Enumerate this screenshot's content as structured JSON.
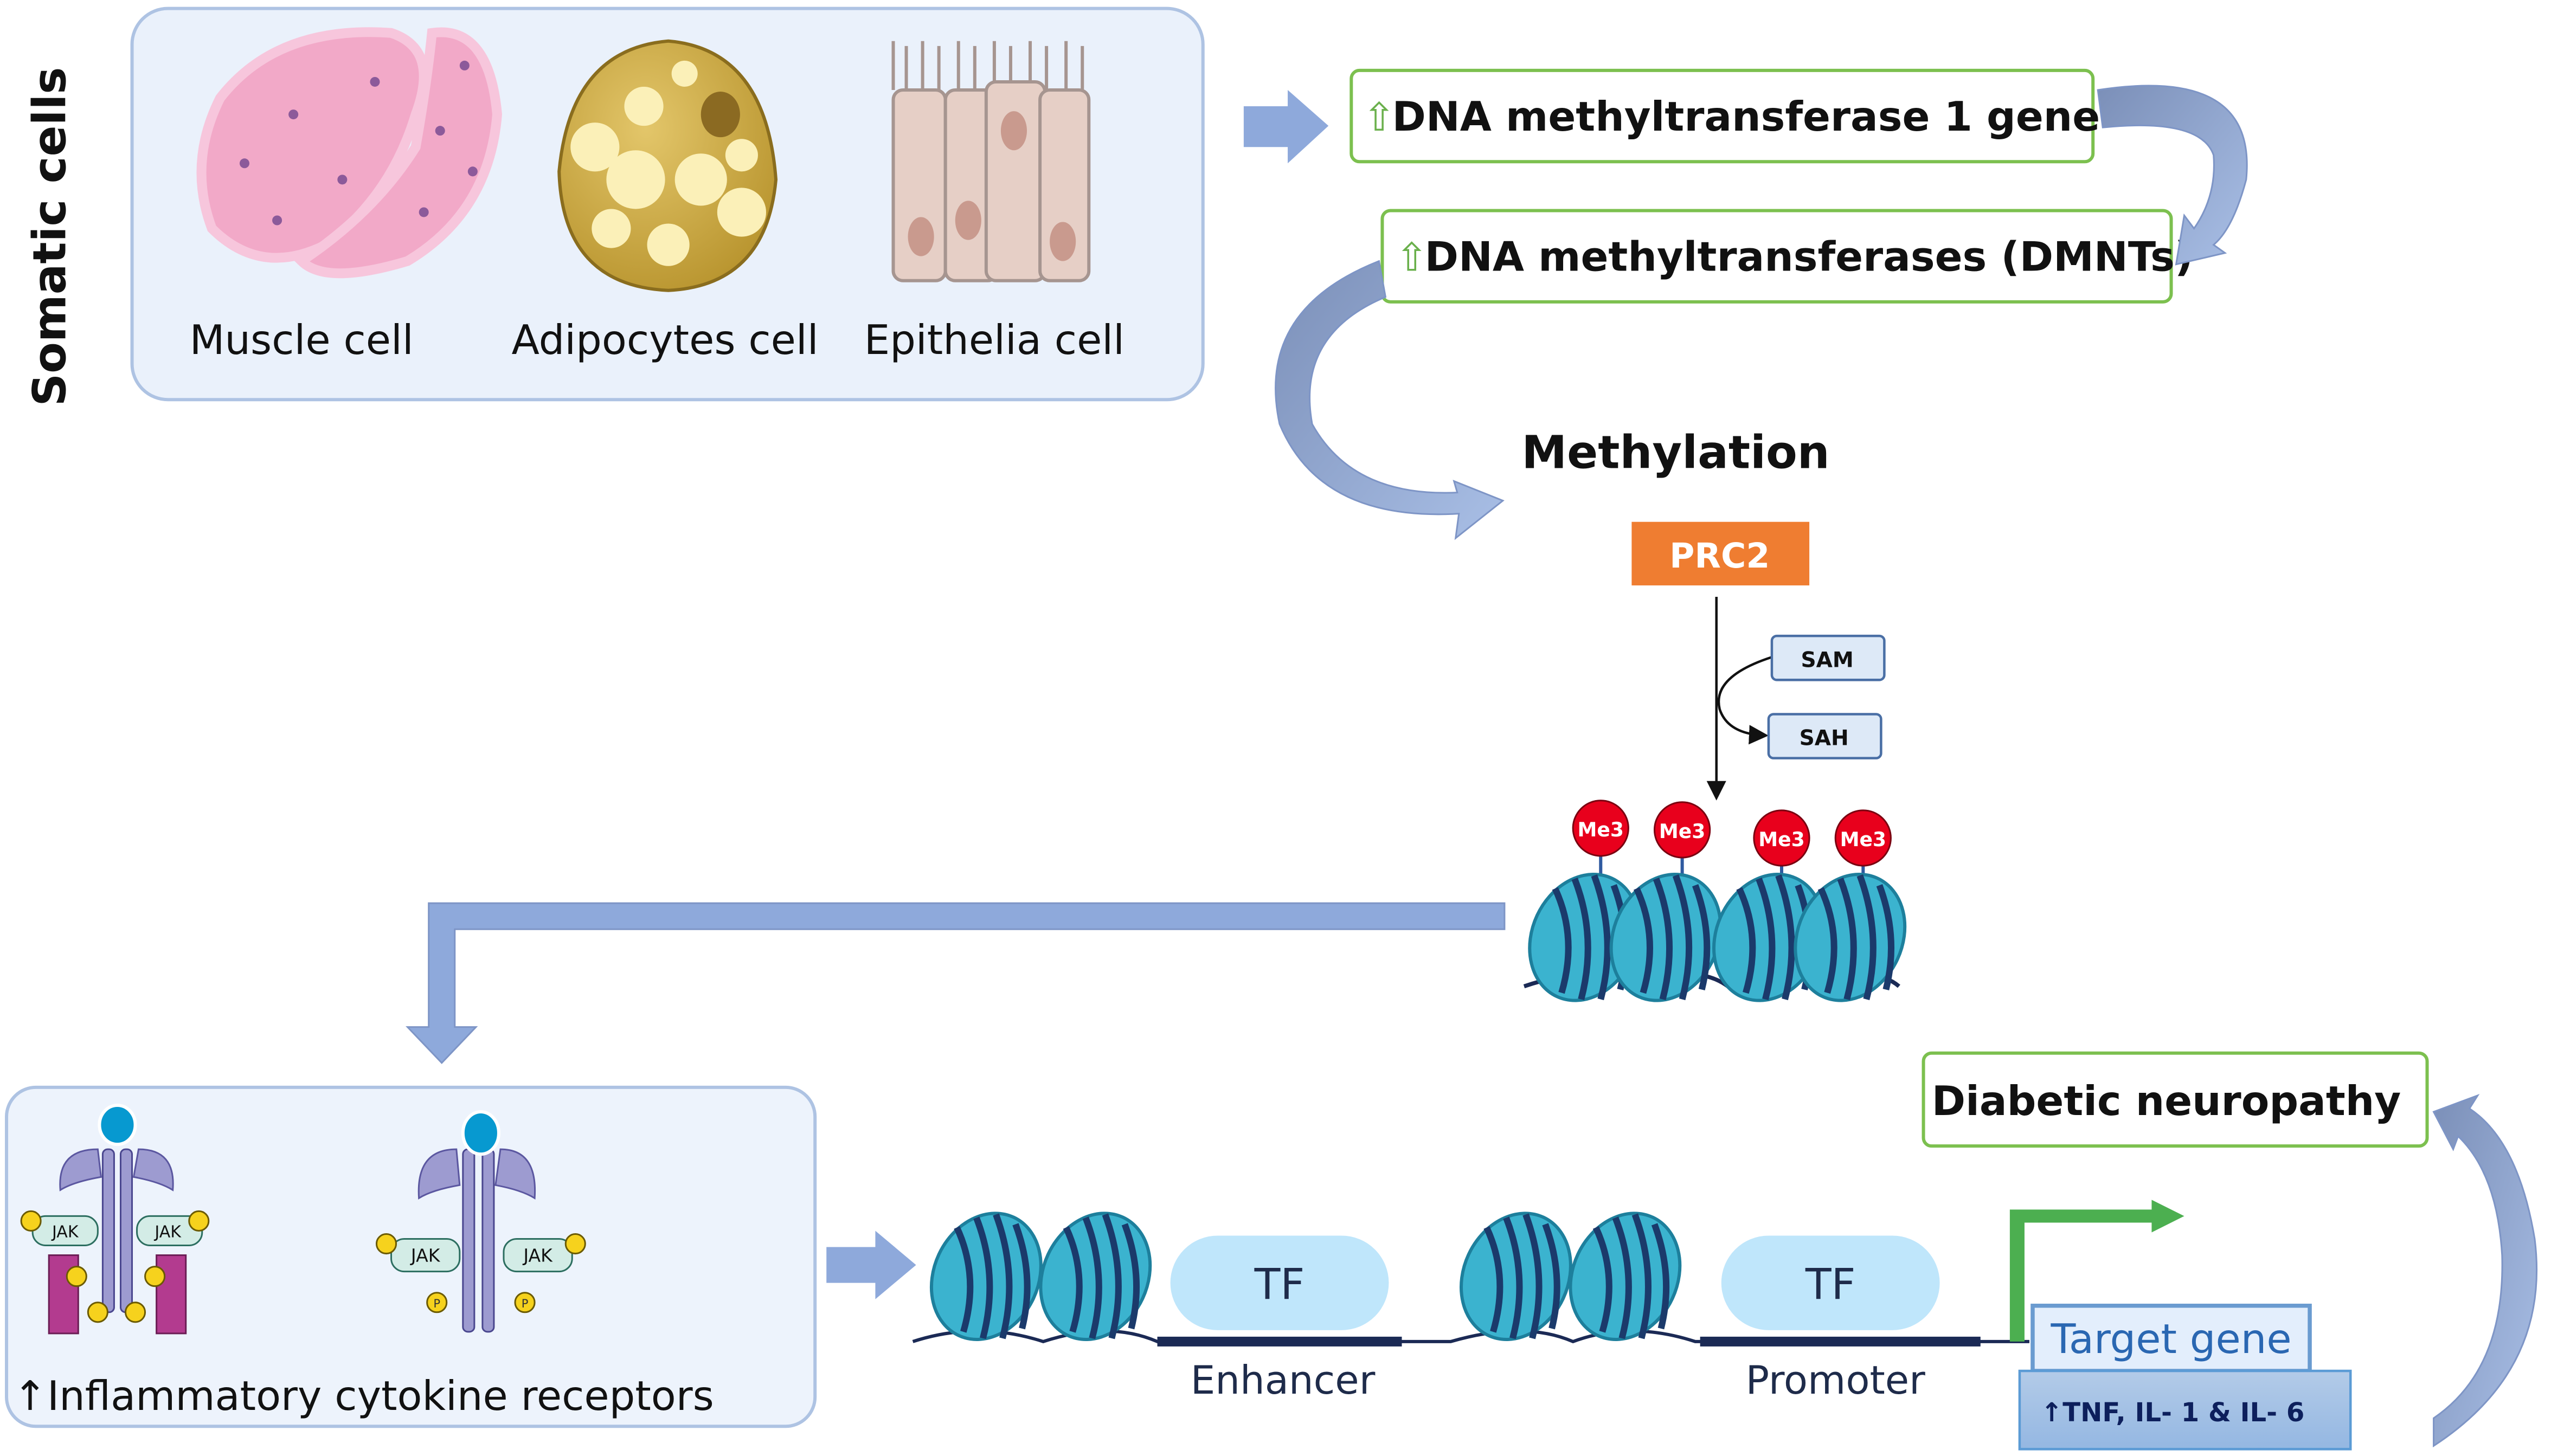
{
  "side_label": "Somatic cells",
  "cells": [
    {
      "label": "Muscle cell",
      "icon": "muscle-cell-icon"
    },
    {
      "label": "Adipocytes cell",
      "icon": "adipocyte-cell-icon"
    },
    {
      "label": "Epithelia cell",
      "icon": "epithelial-cell-icon"
    }
  ],
  "boxes": {
    "dnmt1_gene": {
      "arrow": "⇧",
      "label": "DNA methyltransferase 1 gene"
    },
    "dnmts": {
      "arrow": "⇧",
      "label": "DNA methyltransferases (DMNTs)"
    }
  },
  "methylation": {
    "title": "Methylation",
    "prc2": "PRC2",
    "sam": "SAM",
    "sah": "SAH",
    "marks": [
      "Me3",
      "Me3",
      "Me3",
      "Me3"
    ]
  },
  "receptors": {
    "jak": "JAK",
    "p": "P",
    "caption": "↑Inflammatory cytokine receptors"
  },
  "dna": {
    "tf1": "TF",
    "tf2": "TF",
    "enhancer": "Enhancer",
    "promoter": "Promoter",
    "target_gene": "Target gene",
    "cytokines": "↑TNF, IL- 1 & IL- 6"
  },
  "outcome": "Diabetic neuropathy",
  "colors": {
    "green_border": "#7cc04f",
    "orange": "#ef7d31",
    "arrow_blue": "#8ea9db",
    "me3_red": "#e8001c",
    "nucleosome": "#3bb3cf",
    "tf": "#bfe6fb",
    "panel": "#eaf1fb"
  }
}
